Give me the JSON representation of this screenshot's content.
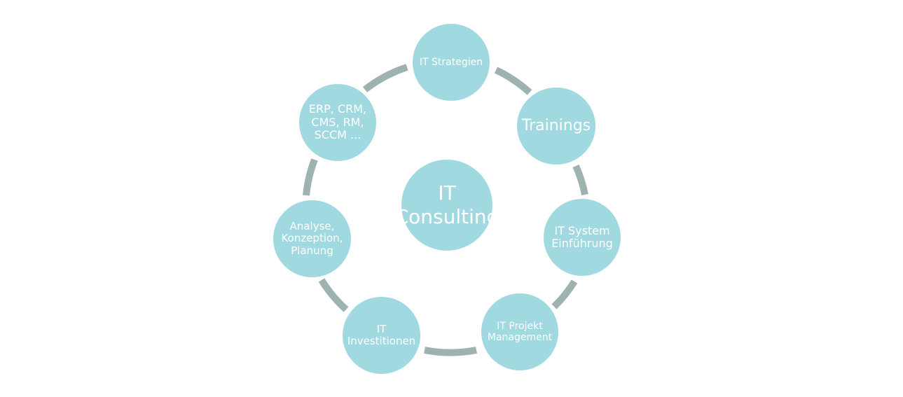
{
  "diagram": {
    "center_label": "IT\nConsulting",
    "nodes": [
      {
        "id": "strategien",
        "label": "IT Strategien"
      },
      {
        "id": "trainings",
        "label": "Trainings"
      },
      {
        "id": "system",
        "label": "IT System\nEinführung"
      },
      {
        "id": "projekt",
        "label": "IT Projekt\nManagement"
      },
      {
        "id": "investitionen",
        "label": "IT\nInvestitionen"
      },
      {
        "id": "analyse",
        "label": "Analyse,\nKonzeption,\nPlanung"
      },
      {
        "id": "erp",
        "label": "ERP, CRM,\nCMS, RM,\nSCCM ..."
      }
    ],
    "colors": {
      "node_fill": "#a0d9e0",
      "ring": "#9fb2b2",
      "text": "#ffffff"
    }
  }
}
